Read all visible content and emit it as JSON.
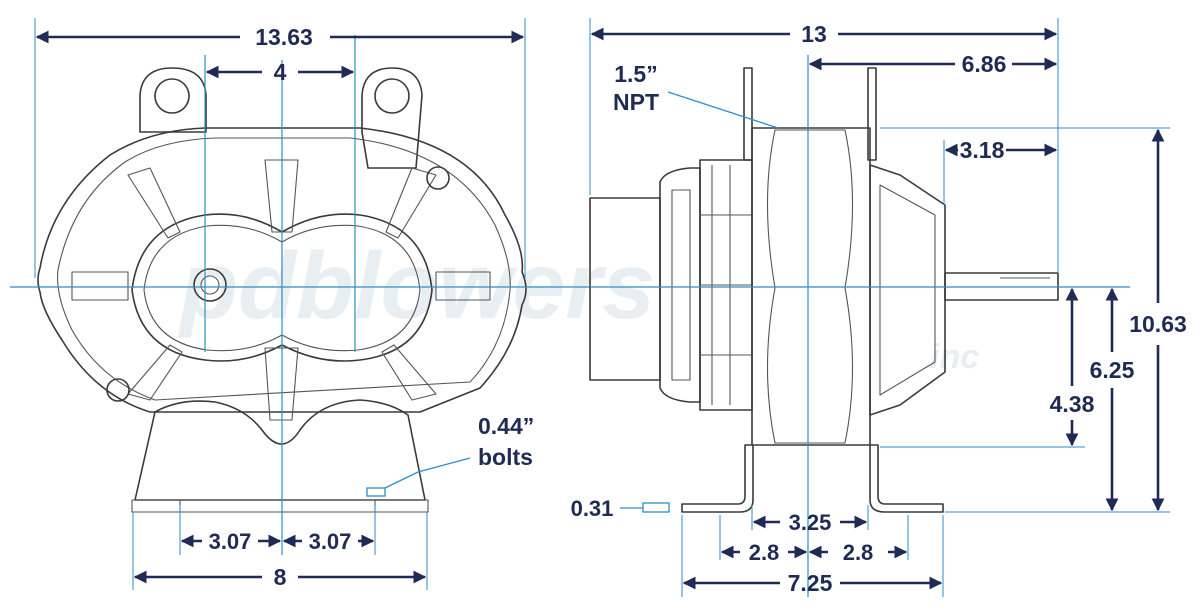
{
  "watermark": {
    "brand": "pdblowers",
    "suffix": "inc"
  },
  "front_view": {
    "overall_width": "13.63",
    "bore_spacing": "4",
    "bolt_label_size": "0.44”",
    "bolt_label_word": "bolts",
    "bolt_offset_left": "3.07",
    "bolt_offset_right": "3.07",
    "base_width": "8"
  },
  "side_view": {
    "overall_length": "13",
    "shaft_to_body": "6.86",
    "shaft_extension": "3.18",
    "port_size": "1.5”",
    "port_type": "NPT",
    "overall_height": "10.63",
    "shaft_height": "6.25",
    "port_height": "4.38",
    "foot_thickness": "0.31",
    "foot_center_span": "3.25",
    "foot_offset_left": "2.8",
    "foot_offset_right": "2.8",
    "foot_overall": "7.25"
  },
  "colors": {
    "dimension": "#1f2a55",
    "centerline": "#2d8ec9",
    "outline": "#3a3a3a"
  }
}
